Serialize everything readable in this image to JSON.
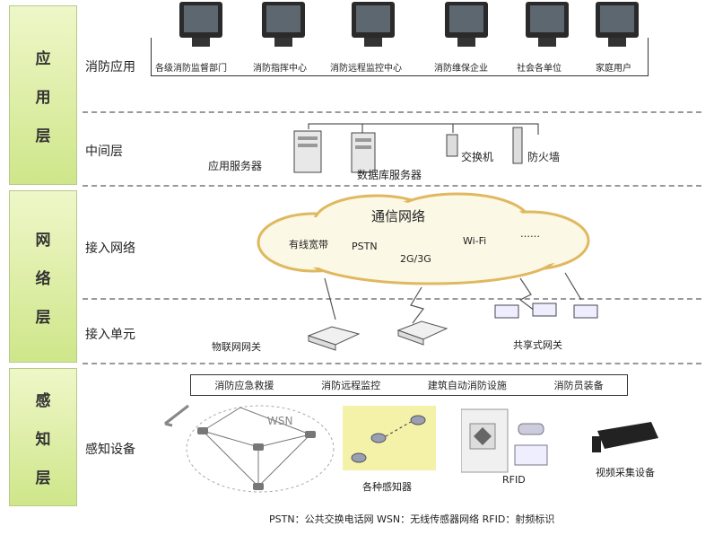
{
  "layers": {
    "application": [
      "应",
      "用",
      "层"
    ],
    "network": [
      "网",
      "络",
      "层"
    ],
    "perception": [
      "感",
      "知",
      "层"
    ]
  },
  "sections": {
    "app": "消防应用",
    "middle": "中间层",
    "access_net": "接入网络",
    "access_unit": "接入单元",
    "sensing": "感知设备"
  },
  "app_users": [
    "各级消防监督部门",
    "消防指挥中心",
    "消防远程监控中心",
    "消防维保企业",
    "社会各单位",
    "家庭用户"
  ],
  "middle_items": {
    "app_server": "应用服务器",
    "db_server": "数据库服务器",
    "switch": "交换机",
    "firewall": "防火墙"
  },
  "cloud": {
    "title": "通信网络",
    "broadband": "有线宽带",
    "pstn": "PSTN",
    "mobile": "2G/3G",
    "wifi": "Wi-Fi",
    "more": "……"
  },
  "access_units": {
    "iot_gateway": "物联网网关",
    "shared_gateway": "共享式网关"
  },
  "sensing_apps": [
    "消防应急救援",
    "消防远程监控",
    "建筑自动消防设施",
    "消防员装备"
  ],
  "devices": {
    "wsn": "WSN",
    "sensors": "各种感知器",
    "rfid": "RFID",
    "video": "视频采集设备"
  },
  "legend": "PSTN：公共交换电话网   WSN：无线传感器网络   RFID：射频标识",
  "colors": {
    "layer_fill_top": "#eef7c8",
    "layer_fill_bottom": "#cfe68a",
    "sensor_area": "#f4f2a8"
  }
}
